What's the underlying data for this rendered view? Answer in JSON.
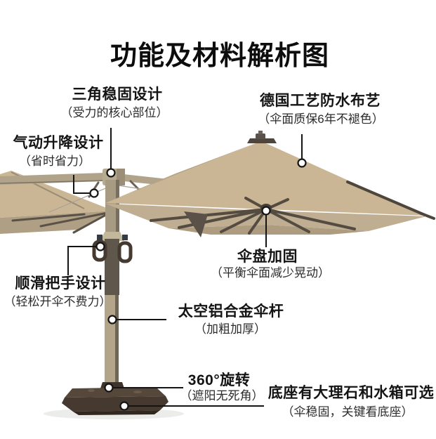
{
  "title": "功能及材料解析图",
  "callouts": [
    {
      "label": "三角稳固设计",
      "sub": "（受力的核心部位）"
    },
    {
      "label": "德国工艺防水布艺",
      "sub": "（伞面质保6年不褪色）"
    },
    {
      "label": "气动升降设计",
      "sub": "（省时省力）"
    },
    {
      "label": "伞盘加固",
      "sub": "（平衡伞面减少晃动）"
    },
    {
      "label": "顺滑把手设计",
      "sub": "（轻松开伞不费力）"
    },
    {
      "label": "太空铝合金伞杆",
      "sub": "（加粗加厚）"
    },
    {
      "label": "360°旋转",
      "sub": "（遮阳无死角）"
    },
    {
      "label": "底座有大理石和水箱可选",
      "sub": "（伞稳固，关键看底座）"
    }
  ],
  "colors": {
    "background": "#ffffff",
    "canopy": "#cab695",
    "canopy_back": "#b7a685",
    "canopy_underside": "#bfae92",
    "canopy_shade": "#ad9c80",
    "rib": "#544c40",
    "crossbar": "#b0a38a",
    "pole": "#a79b83",
    "pole_lower": "#b2a58a",
    "pole_grip": "#5f574c",
    "handle": "#463a30",
    "base": "#46392f",
    "base_top": "#55473a",
    "callout_line": "#141414",
    "text": "#111111"
  }
}
